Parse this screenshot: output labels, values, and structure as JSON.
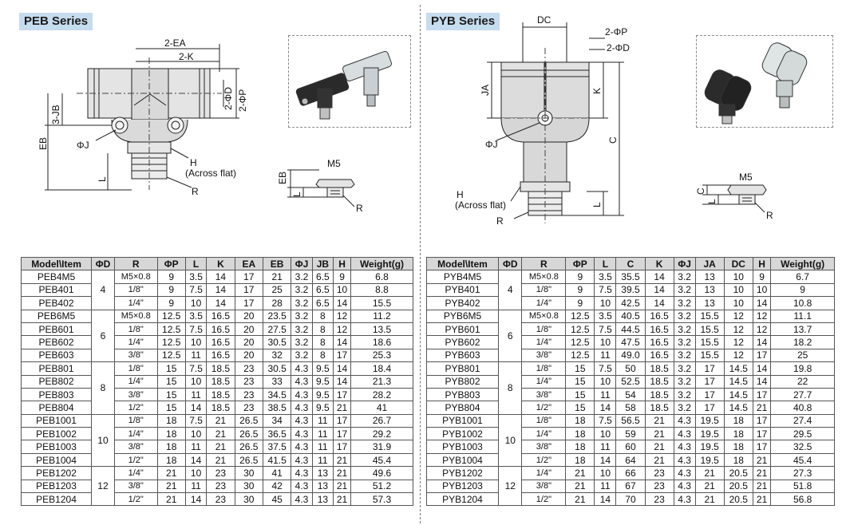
{
  "peb": {
    "title": "PEB Series",
    "drawing": {
      "dim_2EA": "2-EA",
      "dim_2K": "2-K",
      "dim_2phiD": "2-ΦD",
      "dim_2phiP": "2-ΦP",
      "dim_3JB": "3-JB",
      "dim_EB": "EB",
      "dim_phiJ": "ΦJ",
      "dim_H": "H",
      "across_flat": "(Across flat)",
      "dim_L": "L",
      "dim_R": "R",
      "m5_title": "M5",
      "m5_EB": "EB",
      "m5_L": "L",
      "m5_R": "R"
    },
    "headers": [
      "Model\\Item",
      "ΦD",
      "R",
      "ΦP",
      "L",
      "K",
      "EA",
      "EB",
      "ΦJ",
      "JB",
      "H",
      "Weight(g)"
    ],
    "groups": [
      {
        "d": "4",
        "rows": [
          [
            "PEB4M5",
            "M5×0.8",
            "9",
            "3.5",
            "14",
            "17",
            "21",
            "3.2",
            "6.5",
            "9",
            "6.8"
          ],
          [
            "PEB401",
            "1/8\"",
            "9",
            "7.5",
            "14",
            "17",
            "25",
            "3.2",
            "6.5",
            "10",
            "8.8"
          ],
          [
            "PEB402",
            "1/4\"",
            "9",
            "10",
            "14",
            "17",
            "28",
            "3.2",
            "6.5",
            "14",
            "15.5"
          ]
        ]
      },
      {
        "d": "6",
        "rows": [
          [
            "PEB6M5",
            "M5×0.8",
            "12.5",
            "3.5",
            "16.5",
            "20",
            "23.5",
            "3.2",
            "8",
            "12",
            "11.2"
          ],
          [
            "PEB601",
            "1/8\"",
            "12.5",
            "7.5",
            "16.5",
            "20",
            "27.5",
            "3.2",
            "8",
            "12",
            "13.5"
          ],
          [
            "PEB602",
            "1/4\"",
            "12.5",
            "10",
            "16.5",
            "20",
            "30.5",
            "3.2",
            "8",
            "14",
            "18.6"
          ],
          [
            "PEB603",
            "3/8\"",
            "12.5",
            "11",
            "16.5",
            "20",
            "32",
            "3.2",
            "8",
            "17",
            "25.3"
          ]
        ]
      },
      {
        "d": "8",
        "rows": [
          [
            "PEB801",
            "1/8\"",
            "15",
            "7.5",
            "18.5",
            "23",
            "30.5",
            "4.3",
            "9.5",
            "14",
            "18.4"
          ],
          [
            "PEB802",
            "1/4\"",
            "15",
            "10",
            "18.5",
            "23",
            "33",
            "4.3",
            "9.5",
            "14",
            "21.3"
          ],
          [
            "PEB803",
            "3/8\"",
            "15",
            "11",
            "18.5",
            "23",
            "34.5",
            "4.3",
            "9.5",
            "17",
            "28.2"
          ],
          [
            "PEB804",
            "1/2\"",
            "15",
            "14",
            "18.5",
            "23",
            "38.5",
            "4.3",
            "9.5",
            "21",
            "41"
          ]
        ]
      },
      {
        "d": "10",
        "rows": [
          [
            "PEB1001",
            "1/8\"",
            "18",
            "7.5",
            "21",
            "26.5",
            "34",
            "4.3",
            "11",
            "17",
            "26.7"
          ],
          [
            "PEB1002",
            "1/4\"",
            "18",
            "10",
            "21",
            "26.5",
            "36.5",
            "4.3",
            "11",
            "17",
            "29.2"
          ],
          [
            "PEB1003",
            "3/8\"",
            "18",
            "11",
            "21",
            "26.5",
            "37.5",
            "4.3",
            "11",
            "17",
            "31.9"
          ],
          [
            "PEB1004",
            "1/2\"",
            "18",
            "14",
            "21",
            "26.5",
            "41.5",
            "4.3",
            "11",
            "21",
            "45.4"
          ]
        ]
      },
      {
        "d": "12",
        "rows": [
          [
            "PEB1202",
            "1/4\"",
            "21",
            "10",
            "23",
            "30",
            "41",
            "4.3",
            "13",
            "21",
            "49.6"
          ],
          [
            "PEB1203",
            "3/8\"",
            "21",
            "11",
            "23",
            "30",
            "42",
            "4.3",
            "13",
            "21",
            "51.2"
          ],
          [
            "PEB1204",
            "1/2\"",
            "21",
            "14",
            "23",
            "30",
            "45",
            "4.3",
            "13",
            "21",
            "57.3"
          ]
        ]
      }
    ]
  },
  "pyb": {
    "title": "PYB Series",
    "drawing": {
      "dim_DC": "DC",
      "dim_2phiP": "2-ΦP",
      "dim_2phiD": "2-ΦD",
      "dim_JA": "JA",
      "dim_K": "K",
      "dim_C": "C",
      "dim_phiJ": "ΦJ",
      "dim_H": "H",
      "across_flat": "(Across flat)",
      "dim_L": "L",
      "dim_R": "R",
      "m5_title": "M5",
      "m5_C": "C",
      "m5_L": "L",
      "m5_R": "R"
    },
    "headers": [
      "Model\\Item",
      "ΦD",
      "R",
      "ΦP",
      "L",
      "C",
      "K",
      "ΦJ",
      "JA",
      "DC",
      "H",
      "Weight(g)"
    ],
    "groups": [
      {
        "d": "4",
        "rows": [
          [
            "PYB4M5",
            "M5×0.8",
            "9",
            "3.5",
            "35.5",
            "14",
            "3.2",
            "13",
            "10",
            "9",
            "6.7"
          ],
          [
            "PYB401",
            "1/8\"",
            "9",
            "7.5",
            "39.5",
            "14",
            "3.2",
            "13",
            "10",
            "10",
            "9"
          ],
          [
            "PYB402",
            "1/4\"",
            "9",
            "10",
            "42.5",
            "14",
            "3.2",
            "13",
            "10",
            "14",
            "10.8"
          ]
        ]
      },
      {
        "d": "6",
        "rows": [
          [
            "PYB6M5",
            "M5×0.8",
            "12.5",
            "3.5",
            "40.5",
            "16.5",
            "3.2",
            "15.5",
            "12",
            "12",
            "11.1"
          ],
          [
            "PYB601",
            "1/8\"",
            "12.5",
            "7.5",
            "44.5",
            "16.5",
            "3.2",
            "15.5",
            "12",
            "12",
            "13.7"
          ],
          [
            "PYB602",
            "1/4\"",
            "12.5",
            "10",
            "47.5",
            "16.5",
            "3.2",
            "15.5",
            "12",
            "14",
            "18.2"
          ],
          [
            "PYB603",
            "3/8\"",
            "12.5",
            "11",
            "49.0",
            "16.5",
            "3.2",
            "15.5",
            "12",
            "17",
            "25"
          ]
        ]
      },
      {
        "d": "8",
        "rows": [
          [
            "PYB801",
            "1/8\"",
            "15",
            "7.5",
            "50",
            "18.5",
            "3.2",
            "17",
            "14.5",
            "14",
            "19.8"
          ],
          [
            "PYB802",
            "1/4\"",
            "15",
            "10",
            "52.5",
            "18.5",
            "3.2",
            "17",
            "14.5",
            "14",
            "22"
          ],
          [
            "PYB803",
            "3/8\"",
            "15",
            "11",
            "54",
            "18.5",
            "3.2",
            "17",
            "14.5",
            "17",
            "27.7"
          ],
          [
            "PYB804",
            "1/2\"",
            "15",
            "14",
            "58",
            "18.5",
            "3.2",
            "17",
            "14.5",
            "21",
            "40.8"
          ]
        ]
      },
      {
        "d": "10",
        "rows": [
          [
            "PYB1001",
            "1/8\"",
            "18",
            "7.5",
            "56.5",
            "21",
            "4.3",
            "19.5",
            "18",
            "17",
            "27.4"
          ],
          [
            "PYB1002",
            "1/4\"",
            "18",
            "10",
            "59",
            "21",
            "4.3",
            "19.5",
            "18",
            "17",
            "29.5"
          ],
          [
            "PYB1003",
            "3/8\"",
            "18",
            "11",
            "60",
            "21",
            "4.3",
            "19.5",
            "18",
            "17",
            "32.5"
          ],
          [
            "PYB1004",
            "1/2\"",
            "18",
            "14",
            "64",
            "21",
            "4.3",
            "19.5",
            "18",
            "21",
            "45.4"
          ]
        ]
      },
      {
        "d": "12",
        "rows": [
          [
            "PYB1202",
            "1/4\"",
            "21",
            "10",
            "66",
            "23",
            "4.3",
            "21",
            "20.5",
            "21",
            "27.3"
          ],
          [
            "PYB1203",
            "3/8\"",
            "21",
            "11",
            "67",
            "23",
            "4.3",
            "21",
            "20.5",
            "21",
            "51.8"
          ],
          [
            "PYB1204",
            "1/2\"",
            "21",
            "14",
            "70",
            "23",
            "4.3",
            "21",
            "20.5",
            "21",
            "56.8"
          ]
        ]
      }
    ]
  }
}
